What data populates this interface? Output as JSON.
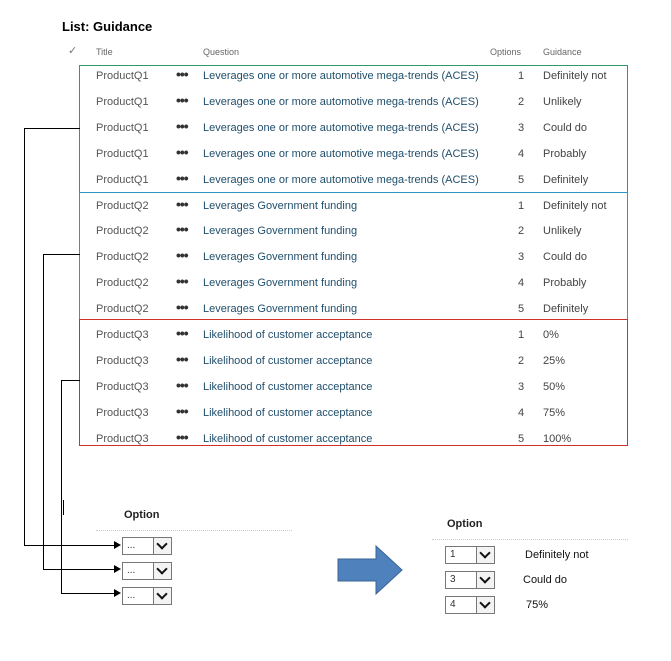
{
  "list_title": "List: Guidance",
  "columns": {
    "check_icon": "checkmark-icon",
    "title": "Title",
    "question": "Question",
    "options": "Options",
    "guidance": "Guidance"
  },
  "rows": [
    {
      "title": "ProductQ1",
      "question": "Leverages one or more automotive mega-trends (ACES)",
      "option": "1",
      "guidance": "Definitely not"
    },
    {
      "title": "ProductQ1",
      "question": "Leverages one or more automotive mega-trends (ACES)",
      "option": "2",
      "guidance": "Unlikely"
    },
    {
      "title": "ProductQ1",
      "question": "Leverages one or more automotive mega-trends (ACES)",
      "option": "3",
      "guidance": "Could do"
    },
    {
      "title": "ProductQ1",
      "question": "Leverages one or more automotive mega-trends (ACES)",
      "option": "4",
      "guidance": "Probably"
    },
    {
      "title": "ProductQ1",
      "question": "Leverages one or more automotive mega-trends (ACES)",
      "option": "5",
      "guidance": "Definitely"
    },
    {
      "title": "ProductQ2",
      "question": "Leverages Government funding",
      "option": "1",
      "guidance": "Definitely not"
    },
    {
      "title": "ProductQ2",
      "question": "Leverages Government funding",
      "option": "2",
      "guidance": "Unlikely"
    },
    {
      "title": "ProductQ2",
      "question": "Leverages Government funding",
      "option": "3",
      "guidance": "Could do"
    },
    {
      "title": "ProductQ2",
      "question": "Leverages Government funding",
      "option": "4",
      "guidance": "Probably"
    },
    {
      "title": "ProductQ2",
      "question": "Leverages Government funding",
      "option": "5",
      "guidance": "Definitely"
    },
    {
      "title": "ProductQ3",
      "question": "Likelihood of customer acceptance",
      "option": "1",
      "guidance": "0%"
    },
    {
      "title": "ProductQ3",
      "question": "Likelihood of customer acceptance",
      "option": "2",
      "guidance": "25%"
    },
    {
      "title": "ProductQ3",
      "question": "Likelihood of customer acceptance",
      "option": "3",
      "guidance": "50%"
    },
    {
      "title": "ProductQ3",
      "question": "Likelihood of customer acceptance",
      "option": "4",
      "guidance": "75%"
    },
    {
      "title": "ProductQ3",
      "question": "Likelihood of customer acceptance",
      "option": "5",
      "guidance": "100%"
    }
  ],
  "row_menu_label": "•••",
  "group_colors": {
    "q1": "#2e9a6a",
    "q2": "#2a97c9",
    "q3": "#d0302a"
  },
  "form_before": {
    "label": "Option",
    "selects": [
      {
        "value": "..."
      },
      {
        "value": "..."
      },
      {
        "value": "..."
      }
    ]
  },
  "form_after": {
    "label": "Option",
    "selects": [
      {
        "value": "1",
        "guidance": "Definitely not"
      },
      {
        "value": "3",
        "guidance": "Could do"
      },
      {
        "value": "4",
        "guidance": "75%"
      }
    ]
  },
  "arrow_color": "#4f81bd"
}
